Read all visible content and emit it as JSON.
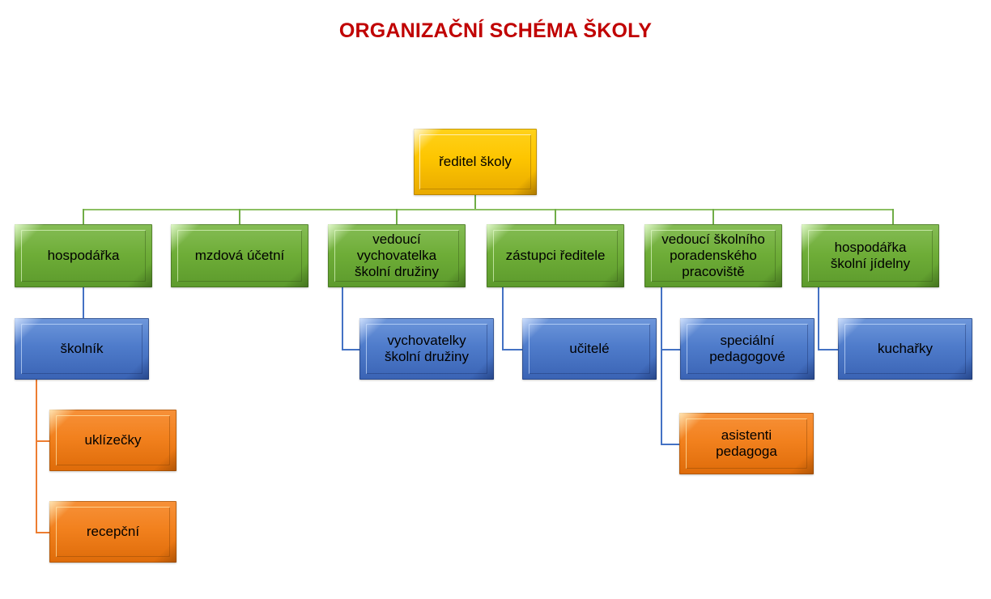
{
  "title": "ORGANIZAČNÍ SCHÉMA ŠKOLY",
  "colors": {
    "title": "#C00000",
    "level1_box": "#FFC000",
    "level2_box": "#70AD47",
    "level3_box": "#4472C4",
    "level4_box": "#ED7D31",
    "background": "#FFFFFF",
    "connector_green": "#70AD47",
    "connector_blue": "#4472C4",
    "connector_orange": "#ED7D31"
  },
  "nodes": {
    "director": {
      "label": "ředitel školy",
      "level": 1,
      "color": "gold"
    },
    "bursar": {
      "label": "hospodářka",
      "level": 2,
      "color": "green"
    },
    "payroll": {
      "label": "mzdová účetní",
      "level": 2,
      "color": "green"
    },
    "head_educator": {
      "label": "vedoucí\nvychovatelka\nškolní družiny",
      "level": 2,
      "color": "green"
    },
    "deputies": {
      "label": "zástupci ředitele",
      "level": 2,
      "color": "green"
    },
    "counseling_head": {
      "label": "vedoucí školního\nporadenského\npracoviště",
      "level": 2,
      "color": "green"
    },
    "canteen_bursar": {
      "label": "hospodářka\nškolní jídelny",
      "level": 2,
      "color": "green"
    },
    "janitor": {
      "label": "školník",
      "level": 3,
      "color": "blue"
    },
    "educators": {
      "label": "vychovatelky\nškolní družiny",
      "level": 3,
      "color": "blue"
    },
    "teachers": {
      "label": "učitelé",
      "level": 3,
      "color": "blue"
    },
    "special_pedagogues": {
      "label": "speciální\npedagogové",
      "level": 3,
      "color": "blue"
    },
    "cooks": {
      "label": "kuchařky",
      "level": 3,
      "color": "blue"
    },
    "cleaners": {
      "label": "uklízečky",
      "level": 4,
      "color": "orange"
    },
    "receptionist": {
      "label": "recepční",
      "level": 4,
      "color": "orange"
    },
    "teaching_assistants": {
      "label": "asistenti\npedagoga",
      "level": 4,
      "color": "orange"
    }
  },
  "chart_data": {
    "type": "diagram",
    "title": "ORGANIZAČNÍ SCHÉMA ŠKOLY",
    "hierarchy": [
      {
        "label": "ředitel školy",
        "children": [
          {
            "label": "hospodářka",
            "children": [
              {
                "label": "školník",
                "children": [
                  {
                    "label": "uklízečky"
                  },
                  {
                    "label": "recepční"
                  }
                ]
              }
            ]
          },
          {
            "label": "mzdová účetní"
          },
          {
            "label": "vedoucí vychovatelka školní družiny",
            "children": [
              {
                "label": "vychovatelky školní družiny"
              }
            ]
          },
          {
            "label": "zástupci ředitele",
            "children": [
              {
                "label": "učitelé"
              }
            ]
          },
          {
            "label": "vedoucí školního poradenského pracoviště",
            "children": [
              {
                "label": "speciální pedagogové"
              },
              {
                "label": "asistenti pedagoga"
              }
            ]
          },
          {
            "label": "hospodářka školní jídelny",
            "children": [
              {
                "label": "kuchařky"
              }
            ]
          }
        ]
      }
    ]
  }
}
